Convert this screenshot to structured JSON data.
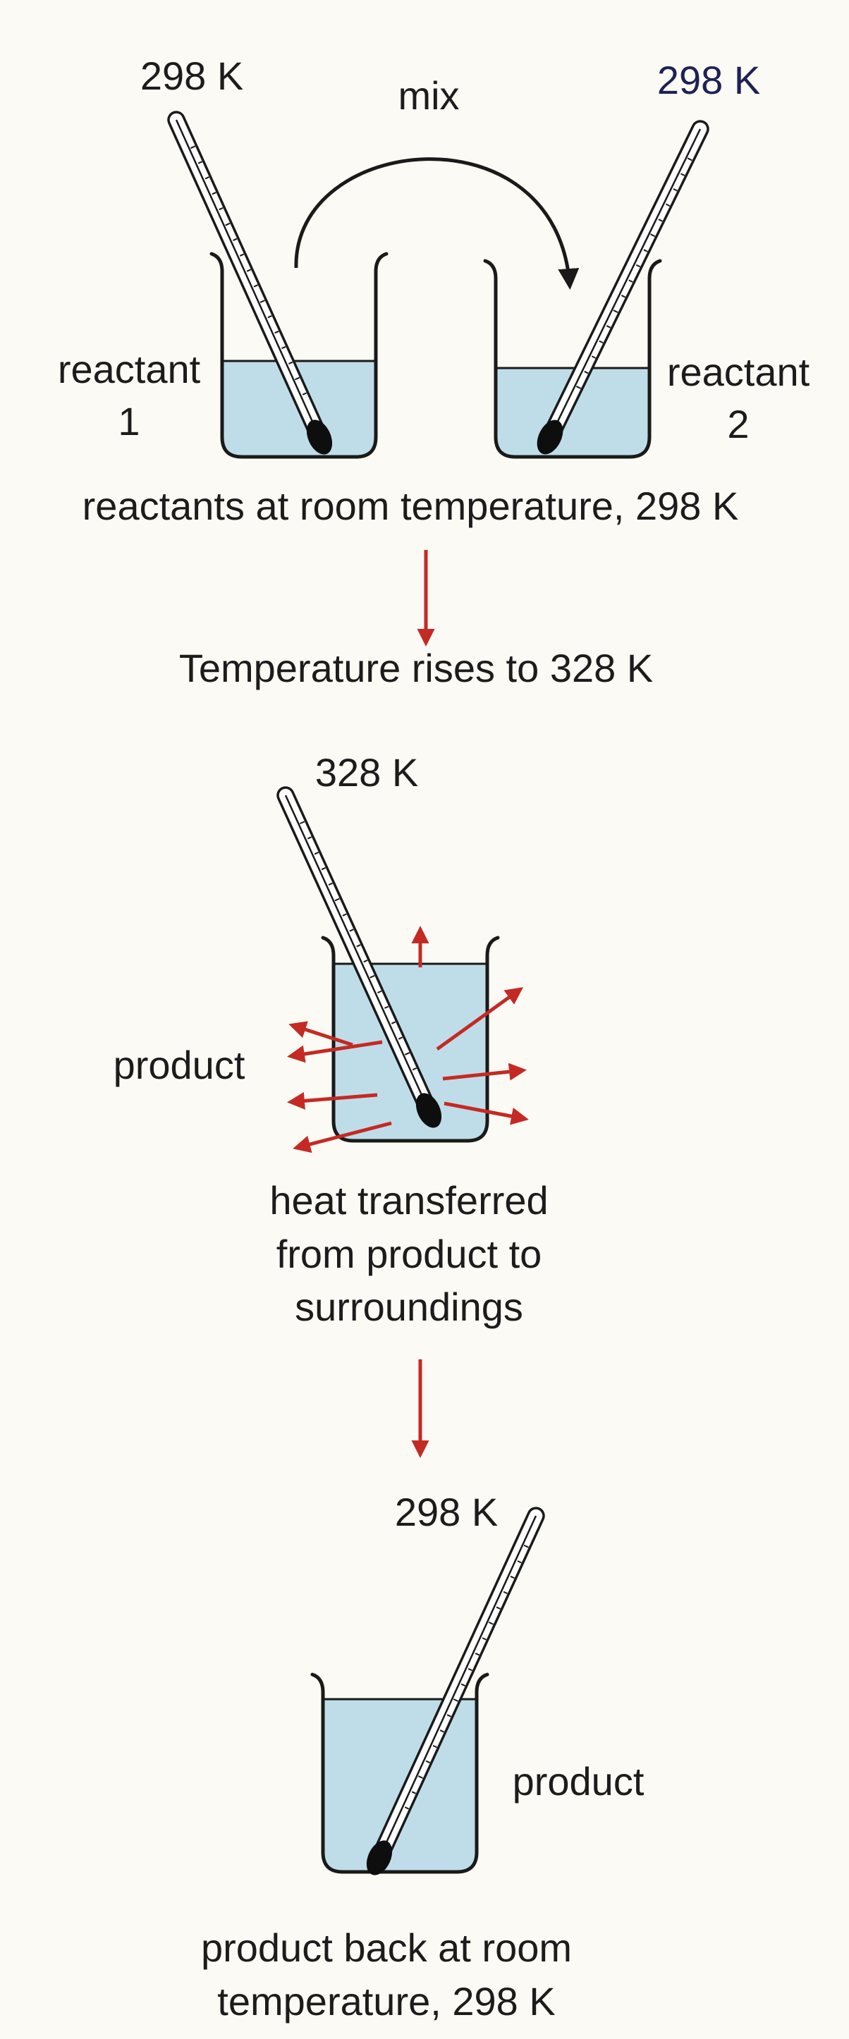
{
  "stage1": {
    "thermo_left_temp": "298 K",
    "thermo_right_temp": "298 K",
    "mix_label": "mix",
    "reactant_1_label": "reactant",
    "reactant_1_number": "1",
    "reactant_2_label": "reactant",
    "reactant_2_number": "2",
    "caption": "reactants at room temperature, 298 K"
  },
  "transition1": {
    "caption": "Temperature rises to 328 K"
  },
  "stage2": {
    "thermo_temp": "328 K",
    "product_label": "product",
    "caption": "heat transferred\nfrom product to\nsurroundings"
  },
  "stage3": {
    "thermo_temp": "298 K",
    "product_label": "product",
    "caption": "product back at room\ntemperature, 298 K"
  },
  "colors": {
    "liquid": "#bfdde9",
    "heat_arrow": "#c42a23",
    "outline": "#1a1a1a",
    "bulb": "#0e0e0e",
    "background": "#fbfaf5"
  },
  "icons": [
    "beaker",
    "thermometer",
    "curved-mix-arrow",
    "down-arrow",
    "heat-arrow"
  ]
}
